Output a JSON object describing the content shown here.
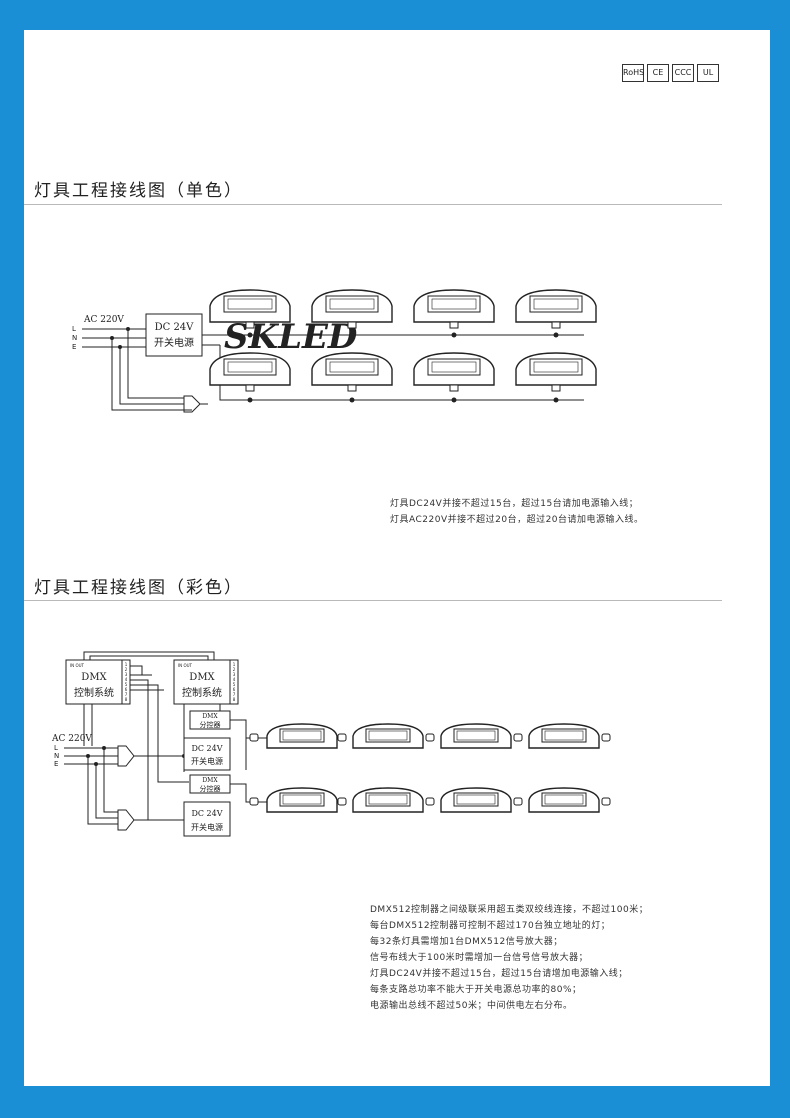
{
  "certifications": [
    {
      "icon": "rohs-icon",
      "label": "RoHS"
    },
    {
      "icon": "ce-icon",
      "label": "CE"
    },
    {
      "icon": "ccc-icon",
      "label": "CCC"
    },
    {
      "icon": "ul-icon",
      "label": "UL"
    }
  ],
  "watermark": "SKLED",
  "section1": {
    "title": "灯具工程接线图（单色）",
    "ac_label": "AC 220V",
    "lines": [
      "L",
      "N",
      "E"
    ],
    "psu_line1": "DC 24V",
    "psu_line2": "开关电源",
    "notes": [
      "灯具DC24V并接不超过15台，超过15台请加电源输入线；",
      "灯具AC220V并接不超过20台，超过20台请加电源输入线。"
    ]
  },
  "section2": {
    "title": "灯具工程接线图（彩色）",
    "dmx_label": "DMX",
    "dmx_sub": "控制系统",
    "dmx_port": "IN OUT",
    "terminal_numbers": [
      "1",
      "2",
      "3",
      "4",
      "5",
      "6",
      "7",
      "8"
    ],
    "splitter_line1": "DMX",
    "splitter_line2": "分控器",
    "ac_label": "AC 220V",
    "lines": [
      "L",
      "N",
      "E"
    ],
    "psu_line1": "DC 24V",
    "psu_line2": "开关电源",
    "notes": [
      "DMX512控制器之间级联采用超五类双绞线连接，不超过100米；",
      "每台DMX512控制器可控制不超过170台独立地址的灯；",
      "每32条灯具需增加1台DMX512信号放大器；",
      "信号布线大于100米时需增加一台信号信号放大器；",
      "灯具DC24V并接不超过15台，超过15台请增加电源输入线；",
      "每条支路总功率不能大于开关电源总功率的80%；",
      "电源输出总线不超过50米；中间供电左右分布。"
    ]
  }
}
